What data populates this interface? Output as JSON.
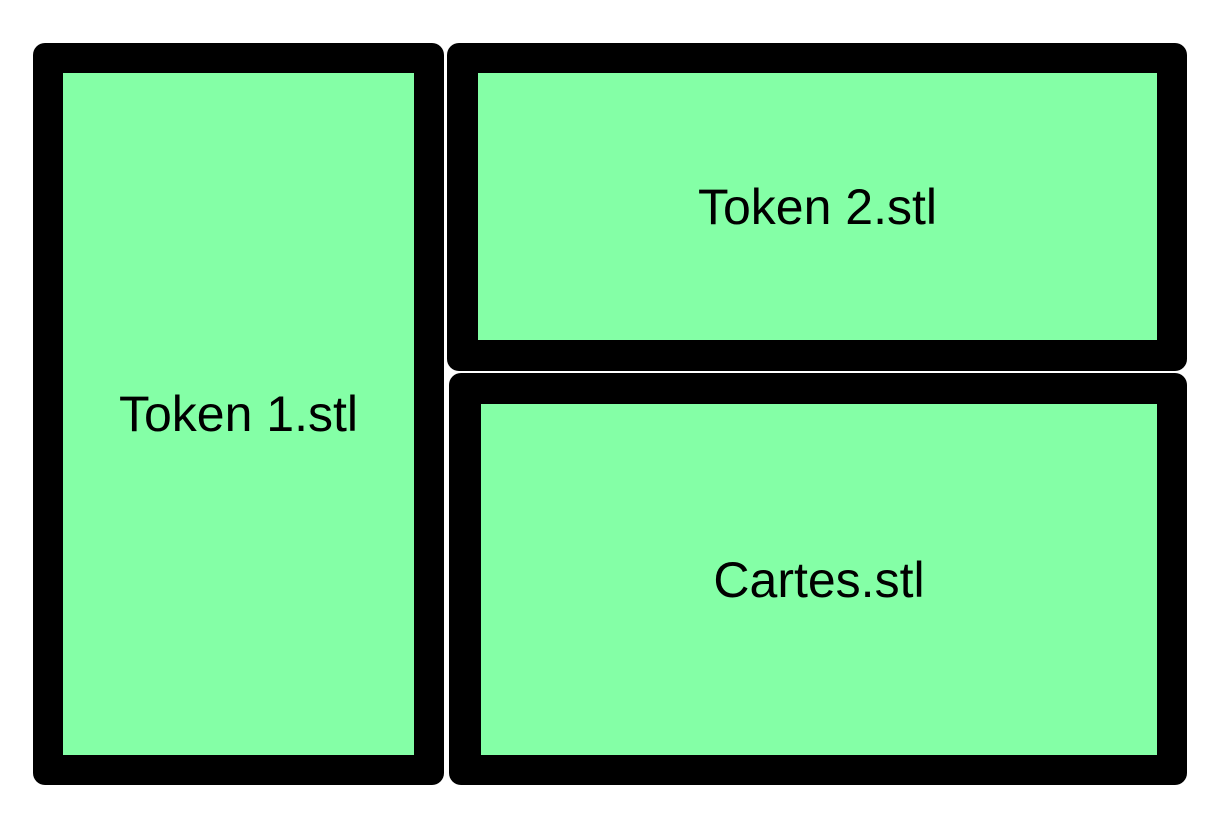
{
  "colors": {
    "fill": "#84ffa6",
    "border": "#000000",
    "background": "#ffffff"
  },
  "parts": [
    {
      "id": "token1",
      "label": "Token 1.stl"
    },
    {
      "id": "token2",
      "label": "Token 2.stl"
    },
    {
      "id": "cartes",
      "label": "Cartes.stl"
    }
  ]
}
